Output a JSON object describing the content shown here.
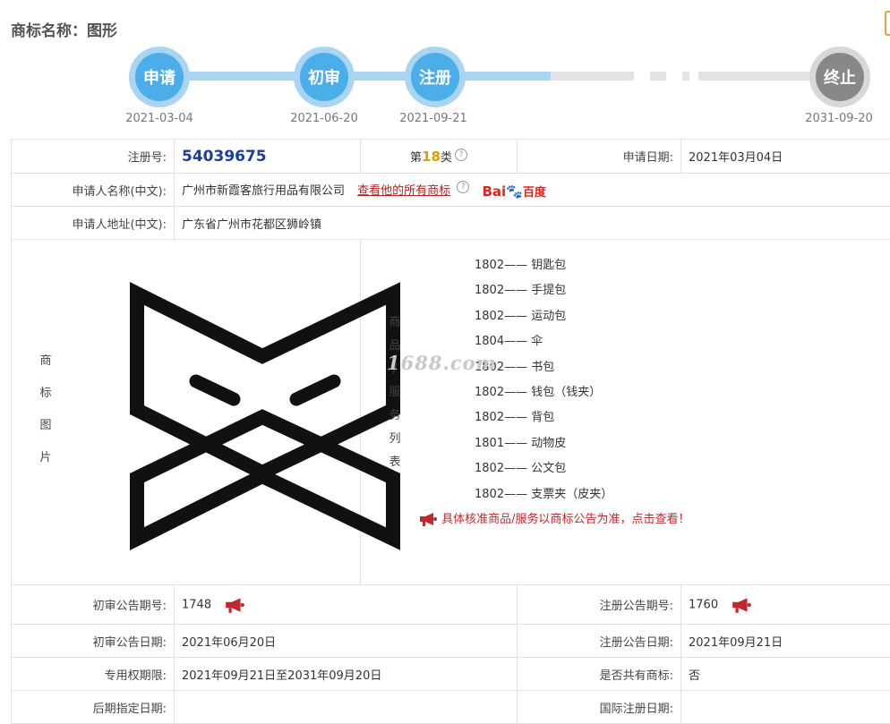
{
  "page": {
    "title": "商标名称：图形"
  },
  "timeline": {
    "steps": [
      {
        "label": "申请",
        "date": "2021-03-04",
        "state": "done"
      },
      {
        "label": "初审",
        "date": "2021-06-20",
        "state": "done"
      },
      {
        "label": "注册",
        "date": "2021-09-21",
        "state": "done"
      },
      {
        "label": "终止",
        "date": "2031-09-20",
        "state": "future"
      }
    ]
  },
  "info": {
    "reg_no_label": "注册号:",
    "reg_no": "54039675",
    "class_prefix": "第",
    "class_num": "18",
    "class_suffix": "类",
    "apply_date_label": "申请日期:",
    "apply_date": "2021年03月04日",
    "applicant_label": "申请人名称(中文):",
    "applicant": "广州市新霞客旅行用品有限公司",
    "view_all_link": "查看他的所有商标",
    "baidu_logo": "Bai百度",
    "address_label": "申请人地址(中文):",
    "address": "广东省广州市花都区狮岭镇"
  },
  "image_section": {
    "label_chars": [
      "商",
      "标",
      "图",
      "片"
    ],
    "watermark": "1688.com"
  },
  "goods": {
    "label_chars": [
      "商",
      "品",
      "/",
      "服",
      "务",
      "列",
      "表"
    ],
    "items": [
      "1802—— 钥匙包",
      "1802—— 手提包",
      "1802—— 运动包",
      "1804—— 伞",
      "1802—— 书包",
      "1802—— 钱包（钱夹）",
      "1802—— 背包",
      "1801—— 动物皮",
      "1802—— 公文包",
      "1802—— 支票夹（皮夹）"
    ],
    "note": "具体核准商品/服务以商标公告为准，点击查看！"
  },
  "announce": {
    "prelim_no_label": "初审公告期号:",
    "prelim_no": "1748",
    "reg_no_label": "注册公告期号:",
    "reg_no": "1760",
    "prelim_date_label": "初审公告日期:",
    "prelim_date": "2021年06月20日",
    "reg_date_label": "注册公告日期:",
    "reg_date": "2021年09月21日",
    "exclusive_label": "专用权期限:",
    "exclusive": "2021年09月21日至2031年09月20日",
    "shared_label": "是否共有商标:",
    "shared": "否",
    "later_label": "后期指定日期:",
    "later": "",
    "intl_label": "国际注册日期:",
    "intl": ""
  },
  "colors": {
    "accent_blue": "#4baee8",
    "track_blue": "#a9d5f2",
    "future_gray": "#888888",
    "link_red": "#b22222",
    "reg_no_blue": "#1a3d9c",
    "class_orange": "#e69a00"
  },
  "icons": [
    "help-icon",
    "megaphone-icon",
    "baidu-paw-icon"
  ]
}
